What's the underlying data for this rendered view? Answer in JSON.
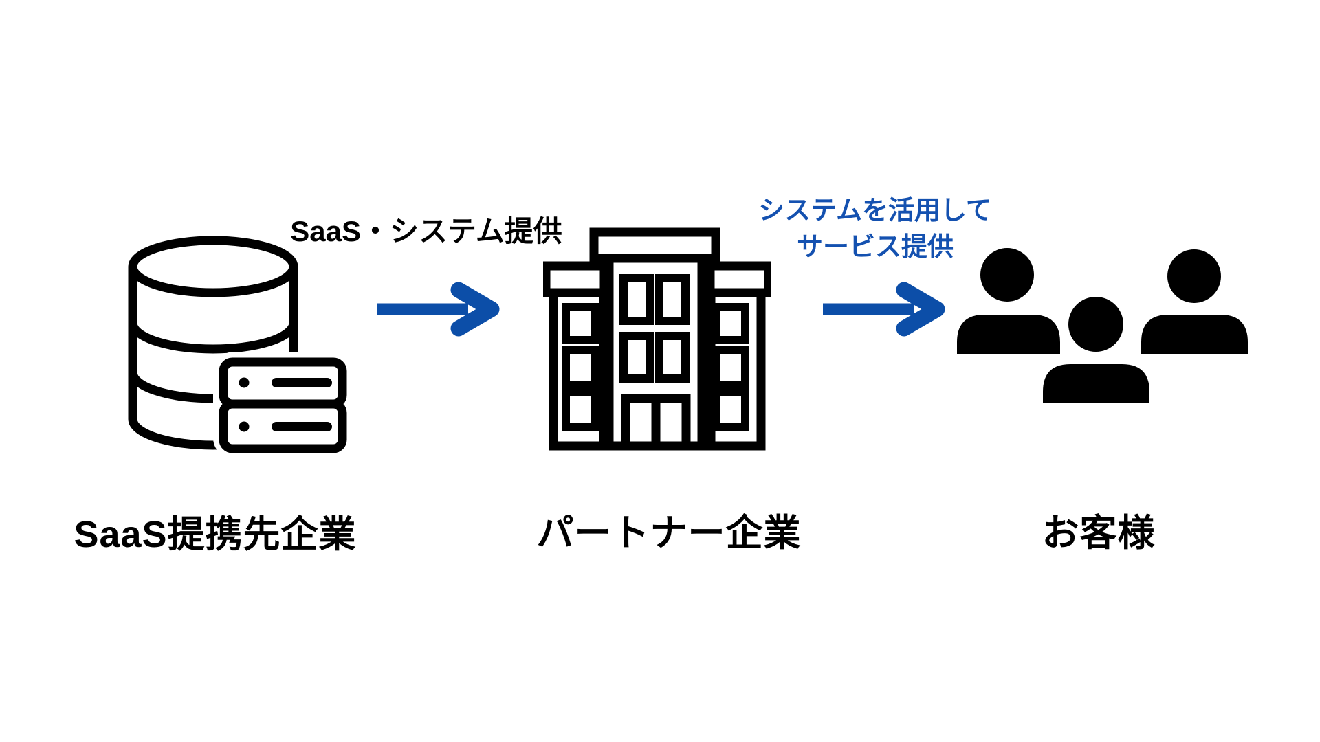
{
  "diagram": {
    "background": "#FFFFFF",
    "colors": {
      "ink": "#000000",
      "arrow_blue": "#0C4EA8",
      "label_blue": "#1451B0"
    },
    "nodes": [
      {
        "id": "saas-company",
        "icon": "database-server-icon",
        "label": "SaaS提携先企業"
      },
      {
        "id": "partner-company",
        "icon": "office-building-icon",
        "label": "パートナー企業"
      },
      {
        "id": "customers",
        "icon": "people-group-icon",
        "label": "お客様"
      }
    ],
    "arrows": [
      {
        "id": "arrow-1",
        "icon": "arrow-right-icon",
        "label": "SaaS・システム提供",
        "label_color": "black"
      },
      {
        "id": "arrow-2",
        "icon": "arrow-right-icon",
        "label_lines": {
          "line1": "システムを活用して",
          "line2": "サービス提供"
        },
        "label_color": "blue"
      }
    ]
  }
}
